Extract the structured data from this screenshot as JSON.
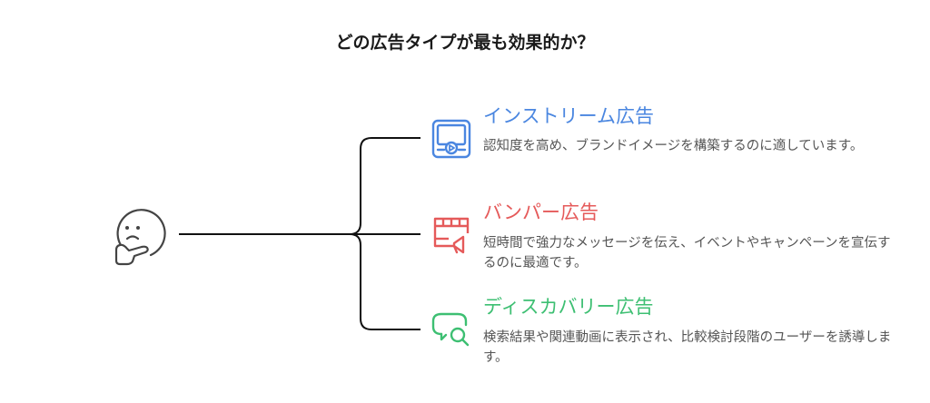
{
  "title": "どの広告タイプが最も効果的か？",
  "root": {
    "icon": "thinking-face-icon"
  },
  "branches": [
    {
      "title": "インストリーム広告",
      "description": "認知度を高め、ブランドイメージを構築するのに適しています。",
      "color": "#4a86e0",
      "icon": "video-player-icon"
    },
    {
      "title": "バンパー広告",
      "description": "短時間で強力なメッセージを伝え、イベントやキャンペーンを宣伝するのに最適です。",
      "color": "#e55a5a",
      "icon": "film-megaphone-icon"
    },
    {
      "title": "ディスカバリー広告",
      "description": "検索結果や関連動画に表示され、比較検討段階のユーザーを誘導します。",
      "color": "#3dbf72",
      "icon": "chat-search-icon"
    }
  ]
}
